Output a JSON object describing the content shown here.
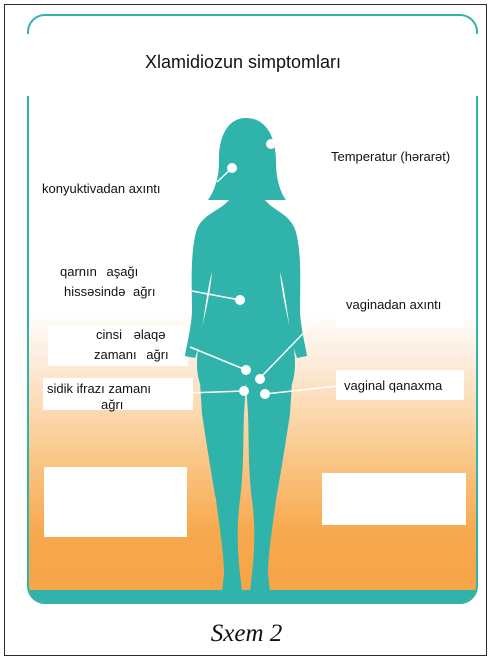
{
  "title": "Xlamidiozun simptomları",
  "caption": "Sxem 2",
  "colors": {
    "figure": "#2fb3aa",
    "accent": "#f6a445",
    "frame": "#2a2a2a"
  },
  "symptoms": {
    "temperature": "Temperatur (hərarət)",
    "conjunctiva": "konyuktivadan axıntı",
    "lower_abdomen_line1": "qarnın aşağı",
    "lower_abdomen_line2": "hissəsində ağrı",
    "vaginal_discharge": "vaginadan axıntı",
    "intercourse_line1": "cinsi əlaqə",
    "intercourse_line2": "zamanı ağrı",
    "urination_line1": "sidik ifrazı zamanı",
    "urination_line2": "ağrı",
    "vaginal_itch": "vaginal qanaxma"
  }
}
